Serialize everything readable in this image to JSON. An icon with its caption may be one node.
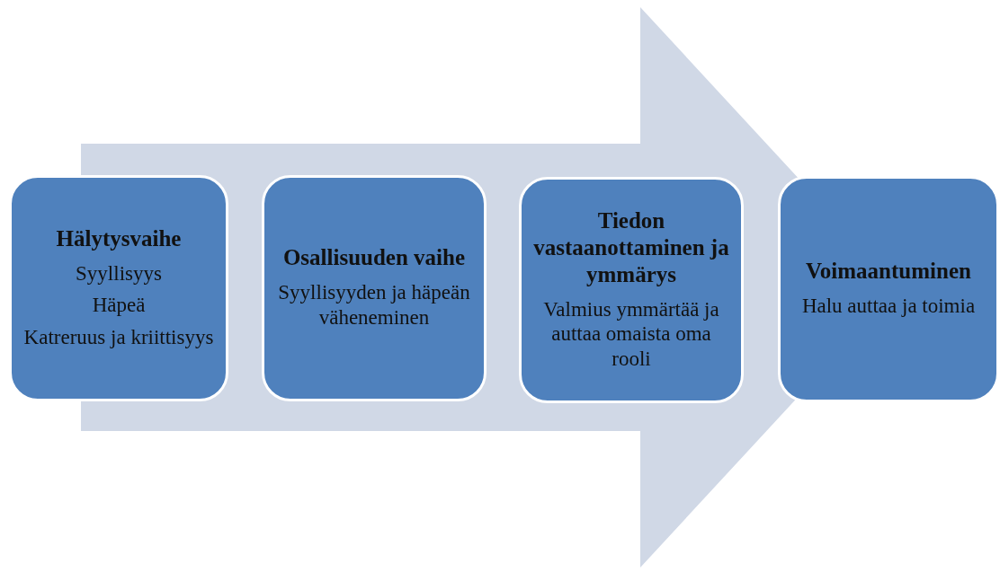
{
  "diagram": {
    "nodes": [
      {
        "text": [
          "Hälytysvaihe",
          "Syyllisyys",
          "Häpeä",
          "Katreruus ja kriittisyys"
        ]
      },
      {
        "text": [
          "Osallisuuden vaihe",
          "Syyllisyyden ja häpeän väheneminen"
        ]
      },
      {
        "text": [
          "Tiedon vastaanottaminen ja ymmärys",
          "Valmius ymmärtää ja auttaa omaista oma rooli"
        ]
      },
      {
        "text": [
          "Voimaantuminen",
          "Halu auttaa ja toimia"
        ]
      }
    ],
    "edges": [
      {
        "from": 0,
        "to": 3,
        "arrow": "to"
      }
    ]
  }
}
